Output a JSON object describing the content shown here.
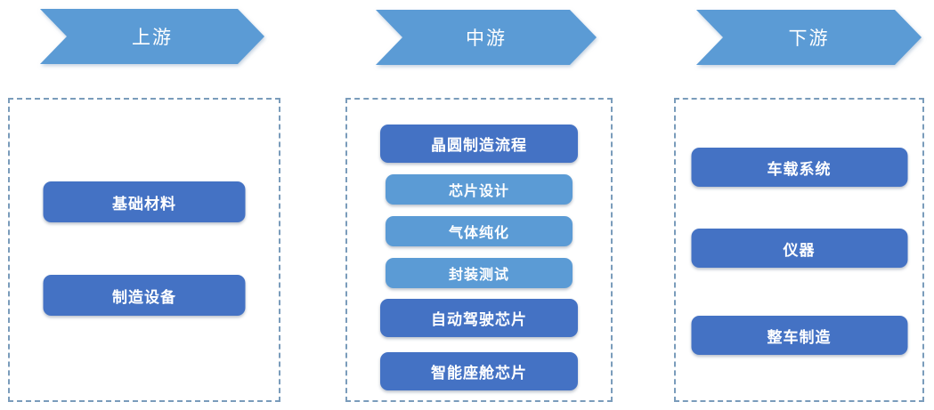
{
  "colors": {
    "stage_arrow_blue": "#5B9BD5",
    "dark_box_blue": "#4472C4",
    "light_box_blue": "#5B9BD5",
    "dashed_border_blue": "#7A9CBB",
    "text_white": "#FFFFFF"
  },
  "columns": [
    {
      "stage": "上游",
      "boxes": [
        {
          "label": "基础材料",
          "variant": "dark"
        },
        {
          "label": "制造设备",
          "variant": "dark"
        }
      ]
    },
    {
      "stage": "中游",
      "boxes": [
        {
          "label": "晶圆制造流程",
          "variant": "dark"
        },
        {
          "label": "芯片设计",
          "variant": "light"
        },
        {
          "label": "气体纯化",
          "variant": "light"
        },
        {
          "label": "封装测试",
          "variant": "light"
        },
        {
          "label": "自动驾驶芯片",
          "variant": "dark"
        },
        {
          "label": "智能座舱芯片",
          "variant": "dark"
        }
      ]
    },
    {
      "stage": "下游",
      "boxes": [
        {
          "label": "车载系统",
          "variant": "dark"
        },
        {
          "label": "仪器",
          "variant": "dark"
        },
        {
          "label": "整车制造",
          "variant": "dark"
        }
      ]
    }
  ]
}
